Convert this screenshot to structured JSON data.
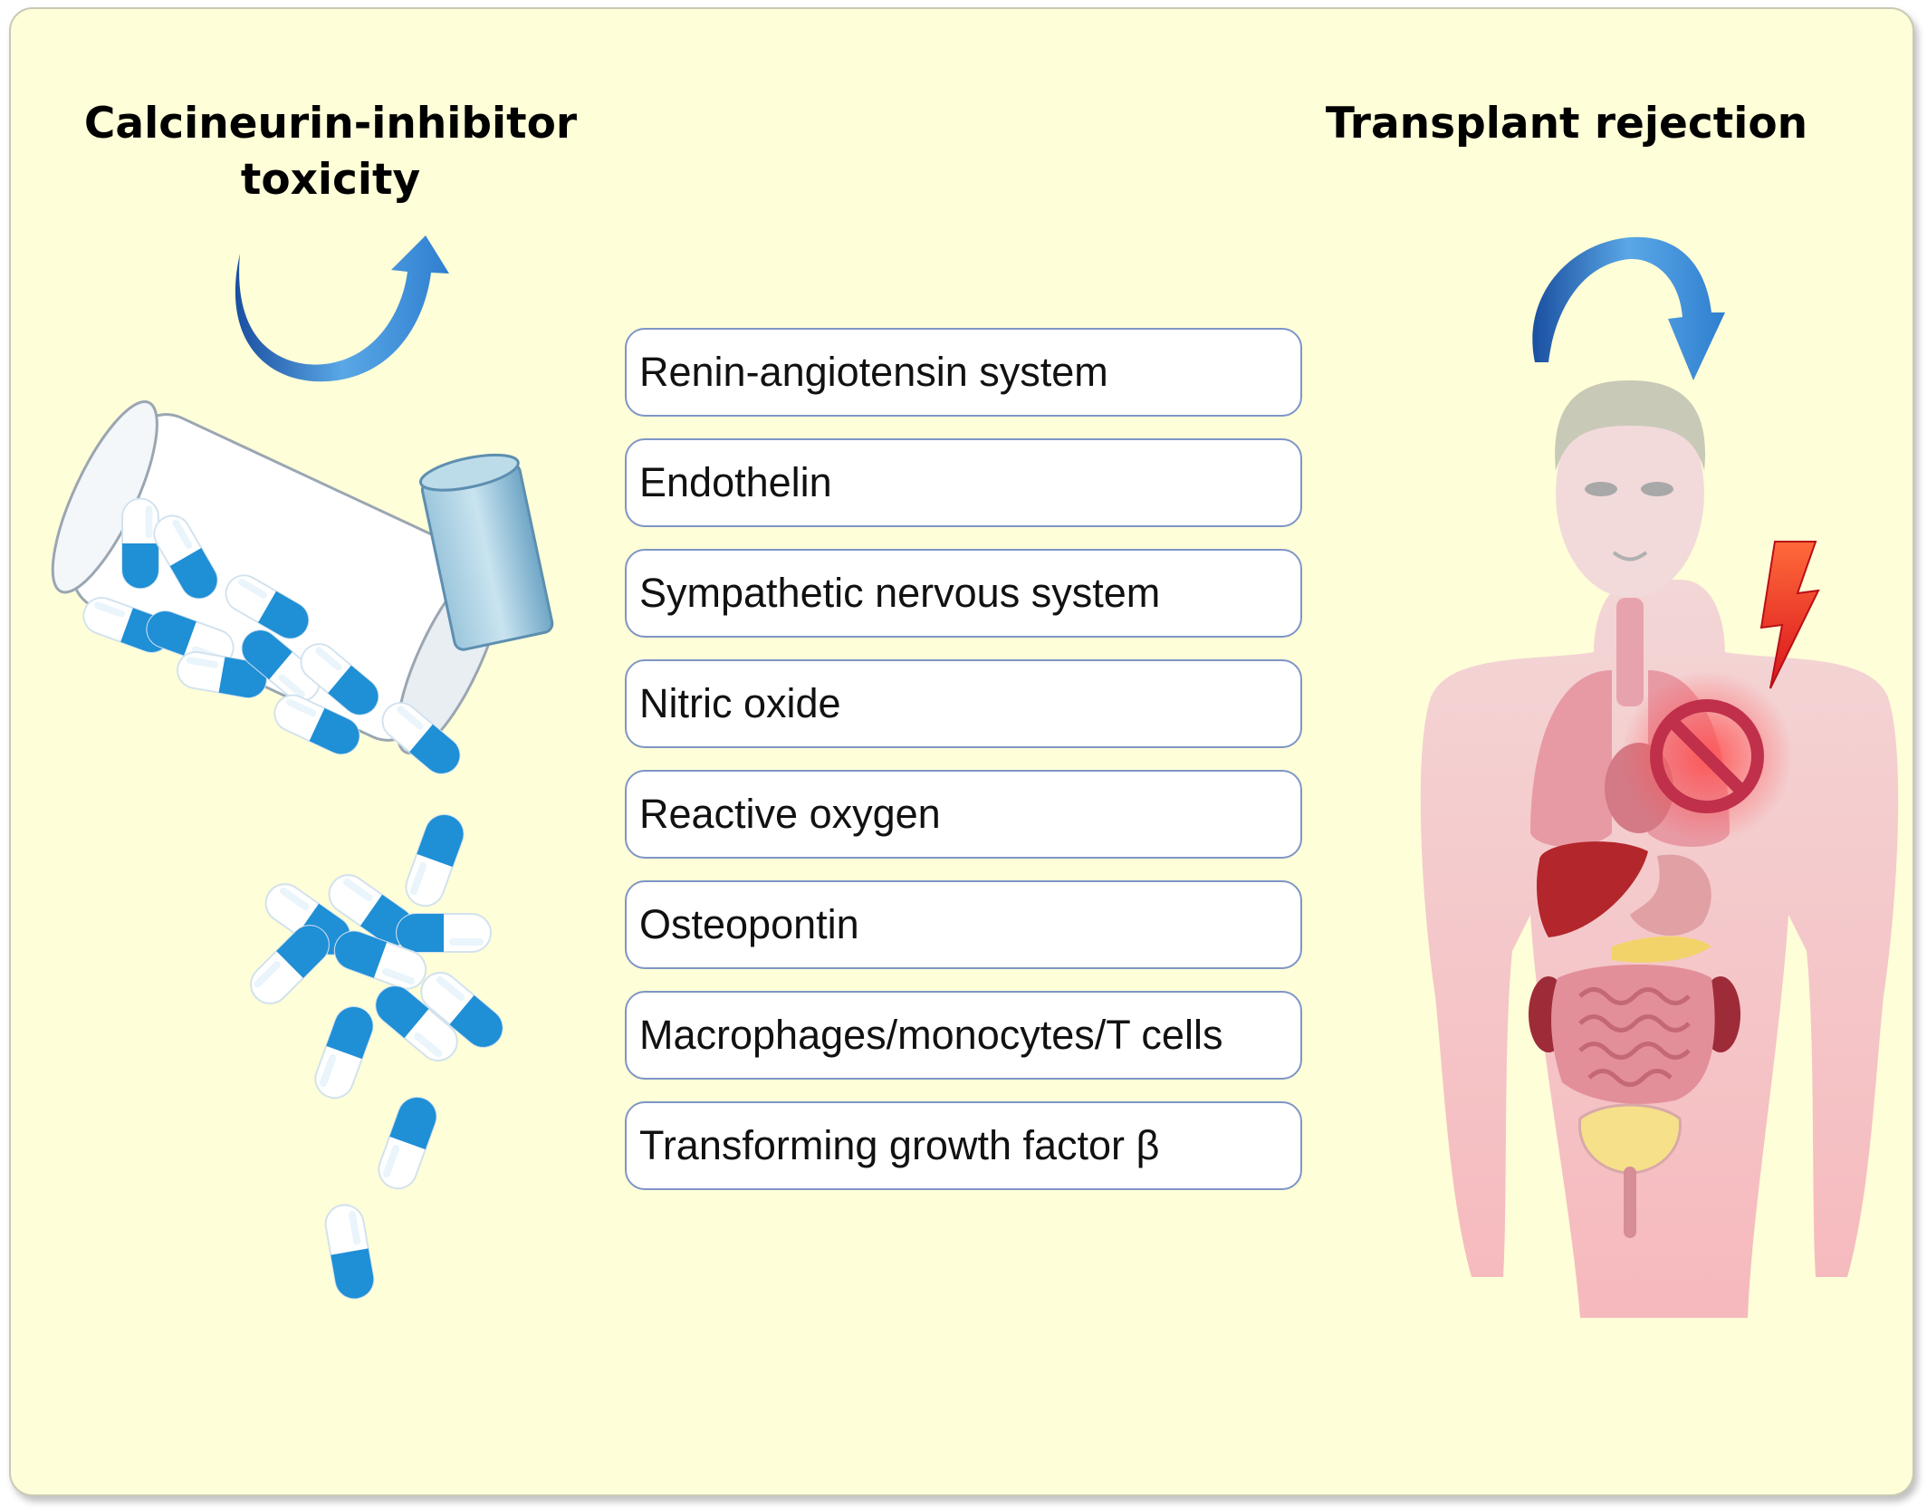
{
  "titles": {
    "left": "Calcineurin-inhibitor toxicity",
    "right": "Transplant rejection"
  },
  "factors": [
    "Renin-angiotensin system",
    "Endothelin",
    "Sympathetic nervous system",
    "Nitric oxide",
    "Reactive oxygen",
    "Osteopontin",
    "Macrophages/monocytes/T cells",
    "Transforming growth factor β"
  ],
  "colors": {
    "panel_background": "#fefed8",
    "box_border": "#7e95c6",
    "arrow_blue": "#2f7fd0",
    "capsule_blue": "#1f8fd6",
    "body_pink": "#f6c6c6",
    "alert_red": "#e0282e"
  },
  "icons": [
    "curved-arrow-up-icon",
    "curved-arrow-down-icon",
    "pill-bottle-icon",
    "capsule-icon",
    "human-body-icon",
    "lightning-bolt-icon",
    "no-entry-icon"
  ]
}
